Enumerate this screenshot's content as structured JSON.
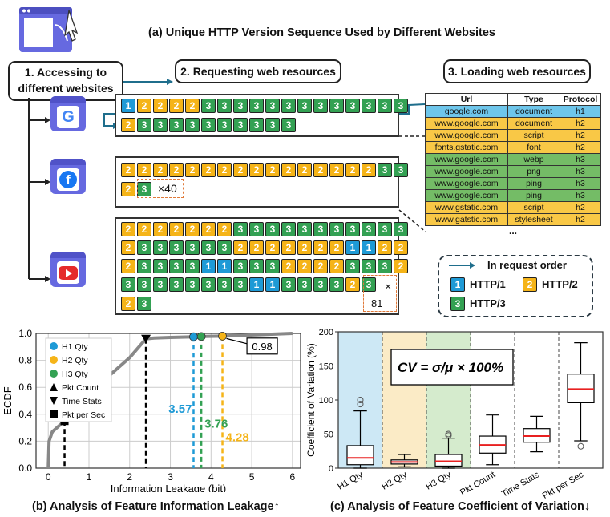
{
  "title_a": "(a) Unique HTTP Version Sequence Used by Different Websites",
  "step1": "1. Accessing to different websites",
  "step2": "2. Requesting web resources",
  "step3": "3. Loading web resources",
  "icons": [
    "browser-window-icon",
    "google-icon",
    "facebook-icon",
    "youtube-icon"
  ],
  "colors": {
    "h1": "#1E9AD6",
    "h2": "#F5B418",
    "h3": "#33A153"
  },
  "google_rows": [
    [
      1,
      2,
      2,
      2,
      2,
      3,
      3,
      3,
      3,
      3,
      3,
      3,
      3,
      3,
      3,
      3,
      3,
      3
    ],
    [
      2,
      3,
      3,
      3,
      3,
      3,
      3,
      3,
      3,
      3,
      3
    ]
  ],
  "facebook_rows": [
    [
      2,
      2,
      2,
      2,
      2,
      2,
      2,
      2,
      2,
      2,
      2,
      2,
      2,
      2,
      2,
      2,
      3,
      3
    ],
    [
      2,
      3
    ]
  ],
  "facebook_repeat": "×40",
  "youtube_rows": [
    [
      2,
      2,
      2,
      2,
      2,
      2,
      2,
      3,
      3,
      3,
      3,
      3,
      3,
      3,
      3,
      3,
      3,
      3
    ],
    [
      2,
      3,
      3,
      3,
      3,
      3,
      3,
      2,
      2,
      2,
      2,
      2,
      2,
      2,
      1,
      1,
      2,
      2
    ],
    [
      2,
      3,
      3,
      3,
      3,
      1,
      1,
      3,
      3,
      3,
      2,
      2,
      2,
      2,
      3,
      3,
      3,
      2
    ],
    [
      3,
      3,
      3,
      3,
      3,
      3,
      3,
      3,
      1,
      1,
      3,
      3,
      3,
      3,
      2,
      3
    ],
    [
      2,
      3
    ]
  ],
  "youtube_repeat_symbol": "×",
  "youtube_repeat_count": "81",
  "table": {
    "headers": [
      "Url",
      "Type",
      "Protocol"
    ],
    "rows": [
      {
        "url": "google.com",
        "type": "document",
        "protocol": "h1",
        "color": "#6EC6EB"
      },
      {
        "url": "www.google.com",
        "type": "document",
        "protocol": "h2",
        "color": "#F9C846"
      },
      {
        "url": "www.google.com",
        "type": "script",
        "protocol": "h2",
        "color": "#F9C846"
      },
      {
        "url": "fonts.gstatic.com",
        "type": "font",
        "protocol": "h2",
        "color": "#F9C846"
      },
      {
        "url": "www.google.com",
        "type": "webp",
        "protocol": "h3",
        "color": "#74BC66"
      },
      {
        "url": "www.google.com",
        "type": "png",
        "protocol": "h3",
        "color": "#74BC66"
      },
      {
        "url": "www.google.com",
        "type": "ping",
        "protocol": "h3",
        "color": "#74BC66"
      },
      {
        "url": "www.google.com",
        "type": "ping",
        "protocol": "h3",
        "color": "#74BC66"
      },
      {
        "url": "www.gstatic.com",
        "type": "script",
        "protocol": "h2",
        "color": "#F9C846"
      },
      {
        "url": "www.gatstic.com",
        "type": "stylesheet",
        "protocol": "h2",
        "color": "#F9C846"
      }
    ],
    "more": "..."
  },
  "legend_a": {
    "order": "In request order",
    "h1": "HTTP/1",
    "h2": "HTTP/2",
    "h3": "HTTP/3",
    "h1_num": "1",
    "h2_num": "2",
    "h3_num": "3"
  },
  "chart_data": [
    {
      "type": "line",
      "xlabel": "Information Leakage (bit)",
      "ylabel": "ECDF",
      "xlim": [
        -0.3,
        6.2
      ],
      "ylim": [
        0,
        1.0
      ],
      "xticks": [
        "0",
        "1",
        "2",
        "3",
        "4",
        "5",
        "6"
      ],
      "yticks": [
        "0.0",
        "0.2",
        "0.4",
        "0.6",
        "0.8",
        "1.0"
      ],
      "series": [
        {
          "values": [
            [
              0,
              0
            ],
            [
              0.02,
              0.2
            ],
            [
              0.1,
              0.27
            ],
            [
              0.25,
              0.31
            ],
            [
              0.4,
              0.35
            ],
            [
              0.6,
              0.42
            ],
            [
              0.85,
              0.5
            ],
            [
              1.1,
              0.58
            ],
            [
              1.4,
              0.66
            ],
            [
              1.7,
              0.74
            ],
            [
              2.0,
              0.82
            ],
            [
              2.2,
              0.89
            ],
            [
              2.4,
              0.96
            ],
            [
              2.6,
              0.966
            ],
            [
              3.0,
              0.97
            ],
            [
              3.57,
              0.975
            ],
            [
              3.76,
              0.977
            ],
            [
              4.28,
              0.98
            ],
            [
              6.0,
              1.0
            ]
          ]
        }
      ],
      "markers": [
        {
          "name": "H1 Qty",
          "shape": "circle",
          "color": "#1E9AD6",
          "x": 3.57,
          "y": 0.975
        },
        {
          "name": "H2 Qty",
          "shape": "circle",
          "color": "#F5B418",
          "x": 4.28,
          "y": 0.98
        },
        {
          "name": "H3 Qty",
          "shape": "circle",
          "color": "#33A153",
          "x": 3.76,
          "y": 0.977
        },
        {
          "name": "Pkt Count",
          "shape": "triangle-up",
          "color": "#000000",
          "x": null,
          "y": null
        },
        {
          "name": "Time Stats",
          "shape": "triangle-down",
          "color": "#000000",
          "x": 2.4,
          "y": 0.96
        },
        {
          "name": "Pkt per Sec",
          "shape": "square",
          "color": "#000000",
          "x": 0.4,
          "y": 0.35
        }
      ],
      "annotations": {
        "h1": "3.57",
        "h3": "3.76",
        "h2": "4.28",
        "box": "0.98"
      },
      "legend_position": "top-left",
      "caption": "(b) Analysis of Feature Information Leakage↑"
    },
    {
      "type": "box",
      "ylabel": "Coefficient of Variation (%)",
      "ylim": [
        0,
        200
      ],
      "yticks": [
        "0",
        "50",
        "100",
        "150",
        "200"
      ],
      "categories": [
        "H1 Qty",
        "H2 Qty",
        "H3 Qty",
        "Pkt Count",
        "Time Stats",
        "Pkt per Sec"
      ],
      "bg_colors": [
        "#CDE8F5",
        "#FBEBC6",
        "#D5EBCD",
        "#FFFFFF",
        "#FFFFFF",
        "#FFFFFF"
      ],
      "boxes": [
        {
          "min": 0,
          "q1": 5,
          "median": 15,
          "q3": 33,
          "max": 84,
          "outliers": [
            94,
            100
          ]
        },
        {
          "min": 2,
          "q1": 6,
          "median": 9,
          "q3": 12,
          "max": 20,
          "outliers": []
        },
        {
          "min": 0,
          "q1": 3,
          "median": 10,
          "q3": 20,
          "max": 44,
          "outliers": [
            48,
            50
          ]
        },
        {
          "min": 5,
          "q1": 22,
          "median": 34,
          "q3": 47,
          "max": 78,
          "outliers": []
        },
        {
          "min": 24,
          "q1": 38,
          "median": 47,
          "q3": 58,
          "max": 76,
          "outliers": []
        },
        {
          "min": 40,
          "q1": 96,
          "median": 116,
          "q3": 138,
          "max": 184,
          "outliers": [
            32
          ]
        }
      ],
      "formula": "CV = σ/μ × 100%",
      "caption": "(c) Analysis of Feature Coefficient of Variation↓"
    }
  ]
}
